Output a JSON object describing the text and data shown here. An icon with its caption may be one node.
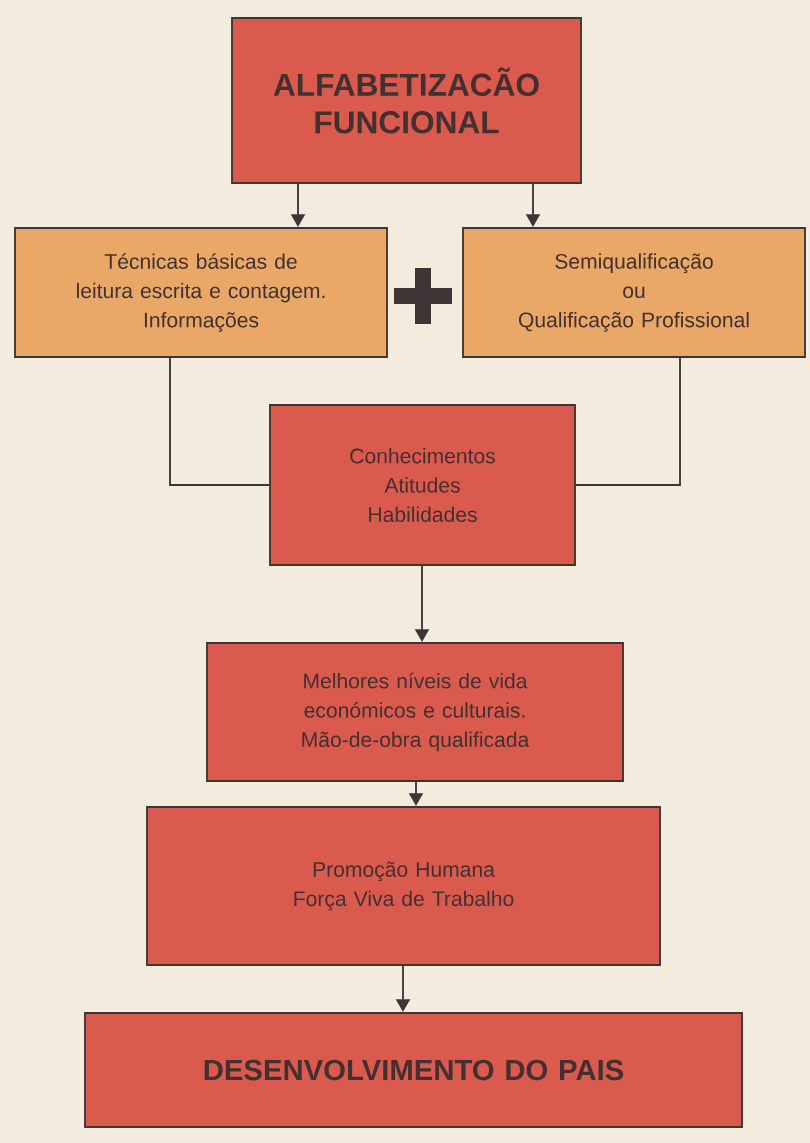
{
  "diagram": {
    "nodes": [
      {
        "text": [
          "ALFABETIZACÃO FUNCIONAL"
        ]
      },
      {
        "text": [
          "Técnicas básicas de leitura escrita e contagem.",
          "Informações"
        ]
      },
      {
        "text": [
          "Semiqualificação",
          "ou",
          "Qualificação Profissional"
        ]
      },
      {
        "text": [
          "Conhecimentos",
          "Atitudes",
          "Habilidades"
        ]
      },
      {
        "text": [
          "Melhores níveis de vida económicos e culturais.",
          "Mão-de-obra qualificada"
        ]
      },
      {
        "text": [
          "Promoção Humana",
          "Força Viva de Trabalho"
        ]
      },
      {
        "text": [
          "DESENVOLVIMENTO DO PAIS"
        ]
      }
    ],
    "edges": [
      {
        "from": 0,
        "to": 1,
        "arrow": "to"
      },
      {
        "from": 0,
        "to": 2,
        "arrow": "to"
      },
      {
        "from": 1,
        "to": 3,
        "arrow": "none"
      },
      {
        "from": 2,
        "to": 3,
        "arrow": "none"
      },
      {
        "from": 3,
        "to": 4,
        "arrow": "to"
      },
      {
        "from": 4,
        "to": 5,
        "arrow": "to"
      },
      {
        "from": 5,
        "to": 6,
        "arrow": "to"
      }
    ]
  }
}
